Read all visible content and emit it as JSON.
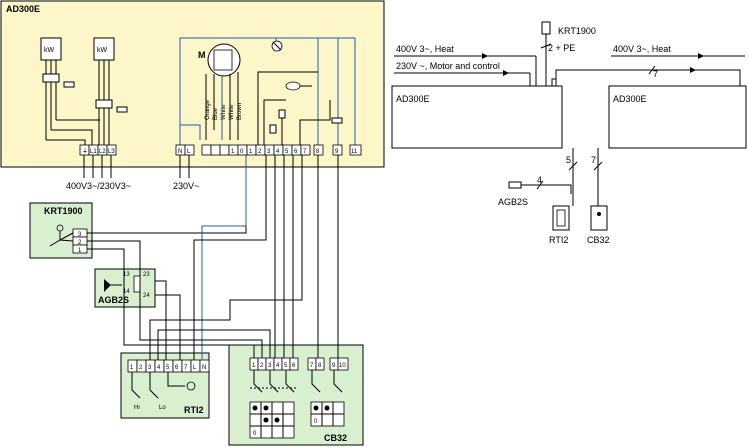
{
  "colors": {
    "ad300e_panel": "#fdf6c8",
    "accessory_panel": "#d8f0d0",
    "wire_blue": "#1f5fb4",
    "wire_black": "#000000"
  },
  "left": {
    "ad300e_title": "AD300E",
    "kw_label": "kW",
    "supply_400v": "400V3~/230V3~",
    "supply_230v": "230V~",
    "main_terminals": [
      "N",
      "L",
      "",
      "",
      "",
      "1",
      "0",
      "1",
      "2",
      "3",
      "4",
      "5",
      "6",
      "7"
    ],
    "power_terminals": [
      "⏚",
      "L1",
      "L2",
      "L3"
    ],
    "aux_terminals": [
      "8",
      "9",
      "11"
    ],
    "motor_label": "M",
    "motor_wires": [
      "Orange",
      "Blue",
      "White",
      "White",
      "Brown"
    ],
    "krt_title": "KRT1900",
    "krt_terminals": [
      "3",
      "2",
      "1"
    ],
    "agb_title": "AGB2S",
    "agb_terminals_left": [
      "13",
      "14"
    ],
    "agb_terminals_right": [
      "23",
      "24"
    ],
    "rti_title": "RTI2",
    "rti_terminals": [
      "1",
      "2",
      "3",
      "4",
      "5",
      "6",
      "7",
      "L",
      "N"
    ],
    "rti_hi": "Hi",
    "rti_lo": "Lo",
    "cb_title": "CB32",
    "cb_terminals_a": [
      "1",
      "2",
      "3",
      "4",
      "5",
      "6"
    ],
    "cb_terminals_b": [
      "7",
      "8"
    ],
    "cb_terminals_c": [
      "9",
      "10"
    ],
    "cb_grid_zero": "0"
  },
  "right": {
    "krt_label": "KRT1900",
    "krt_cable": "2 + PE",
    "heat_line_1": "400V 3~, Heat",
    "motor_line": "230V ~, Motor and control",
    "heat_line_2": "400V 3~, Heat",
    "unit_1": "AD300E",
    "unit_2": "AD300E",
    "cable_count_7a": "7",
    "cable_count_5": "5",
    "cable_count_7b": "7",
    "cable_count_4": "4",
    "agb_label": "AGB2S",
    "rti_label": "RTI2",
    "cb_label": "CB32"
  }
}
